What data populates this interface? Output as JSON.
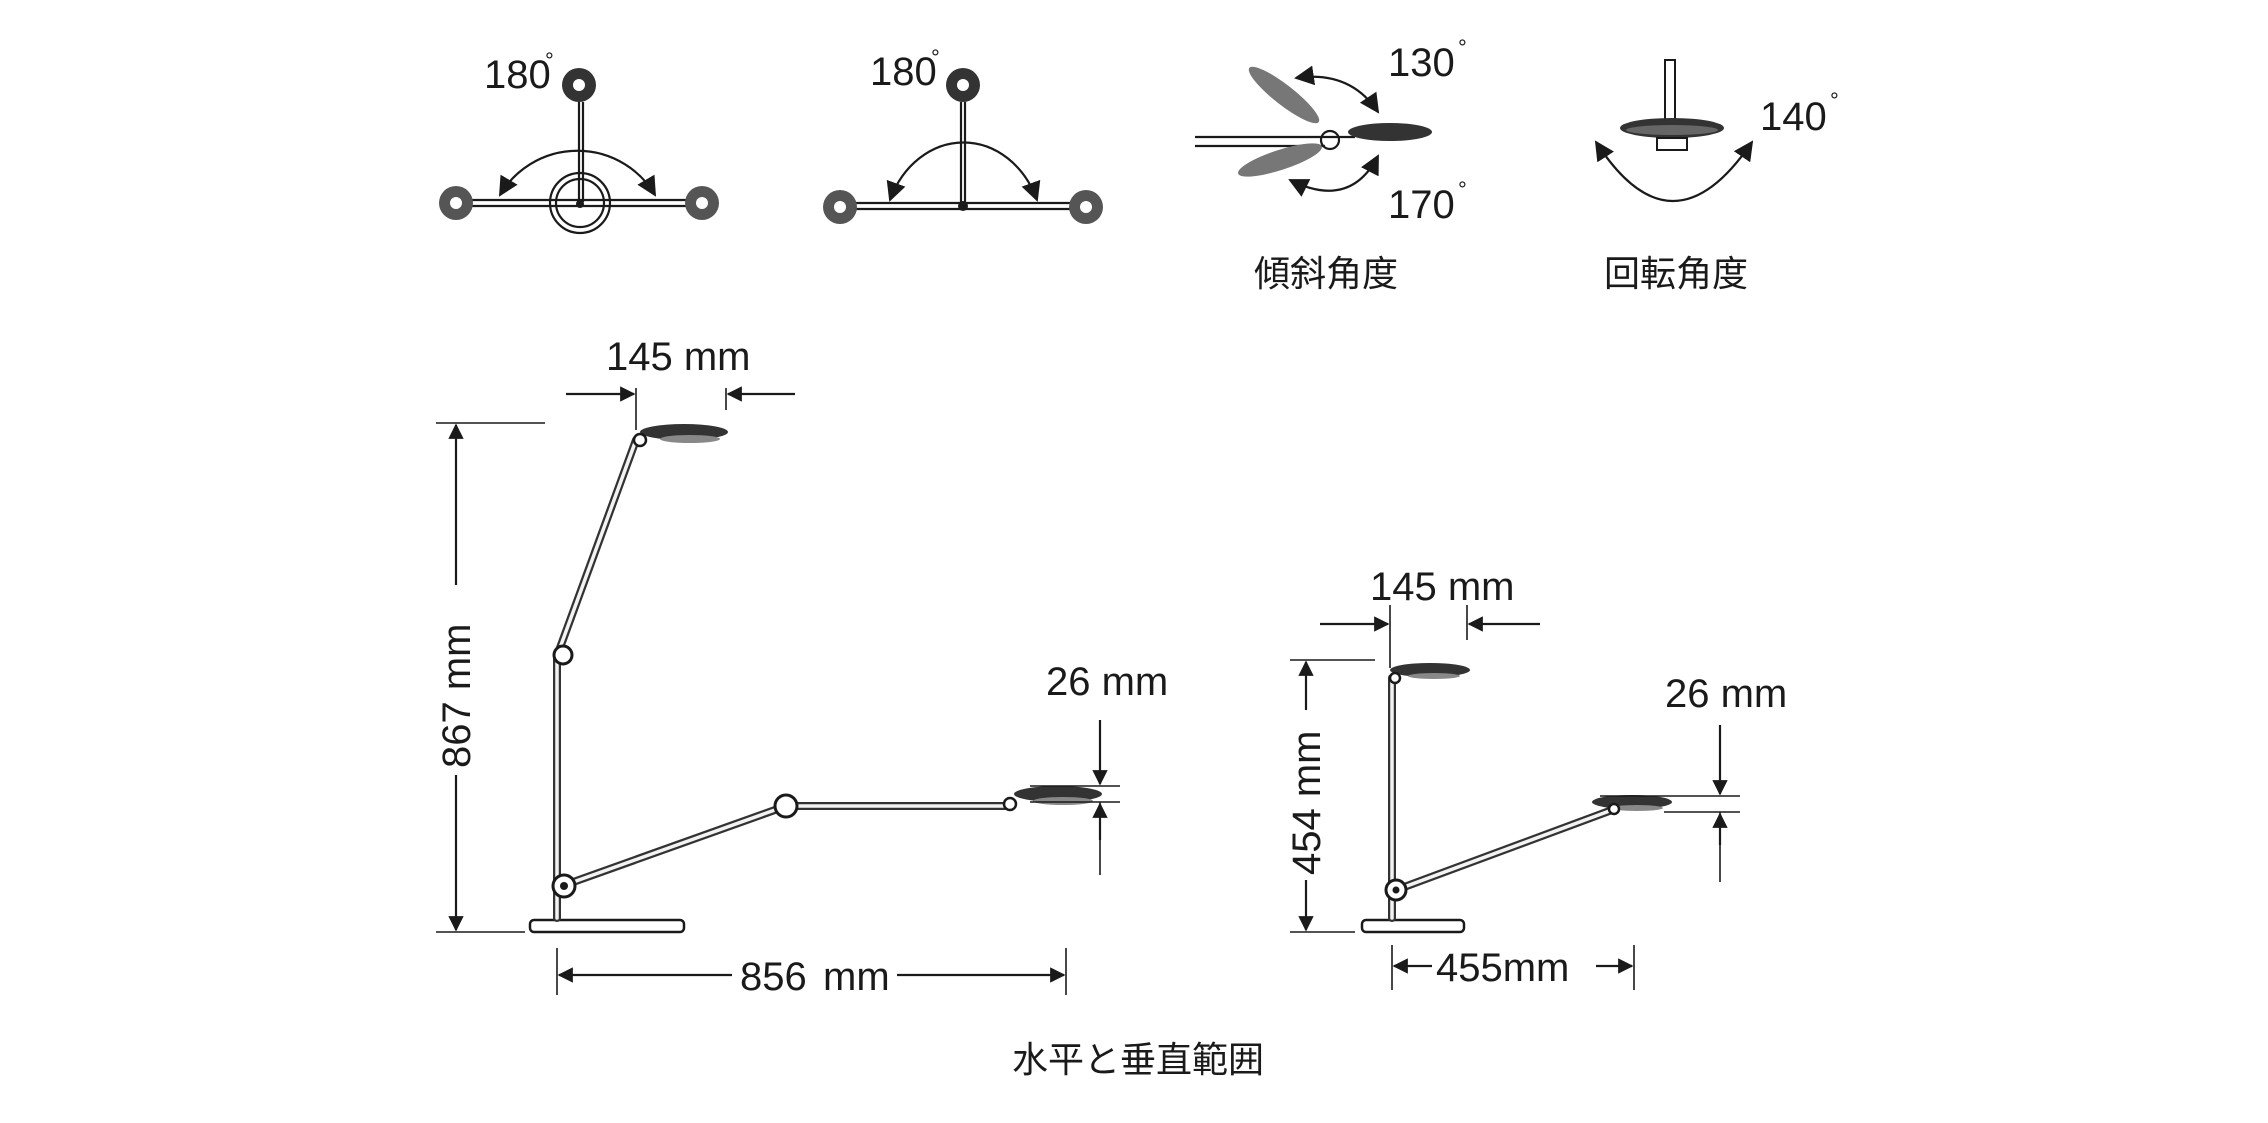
{
  "top": {
    "rotation_left": {
      "value": "180",
      "deg": "°"
    },
    "rotation_mid": {
      "value": "180",
      "deg": "°"
    },
    "tilt": {
      "up": "130",
      "down": "170",
      "deg": "°",
      "caption": "傾斜角度"
    },
    "swivel": {
      "value": "140",
      "deg": "°",
      "caption": "回転角度"
    }
  },
  "tall": {
    "head_width": "145 mm",
    "height": "867 mm",
    "reach": "856",
    "reach_unit": "mm",
    "head_thickness": "26 mm"
  },
  "short": {
    "head_width": "145 mm",
    "height": "454 mm",
    "reach": "455mm",
    "head_thickness": "26 mm"
  },
  "caption": "水平と垂直範囲",
  "colors": {
    "line": "#1a1a1a",
    "lamp_dark": "#333333",
    "background": "#ffffff"
  }
}
